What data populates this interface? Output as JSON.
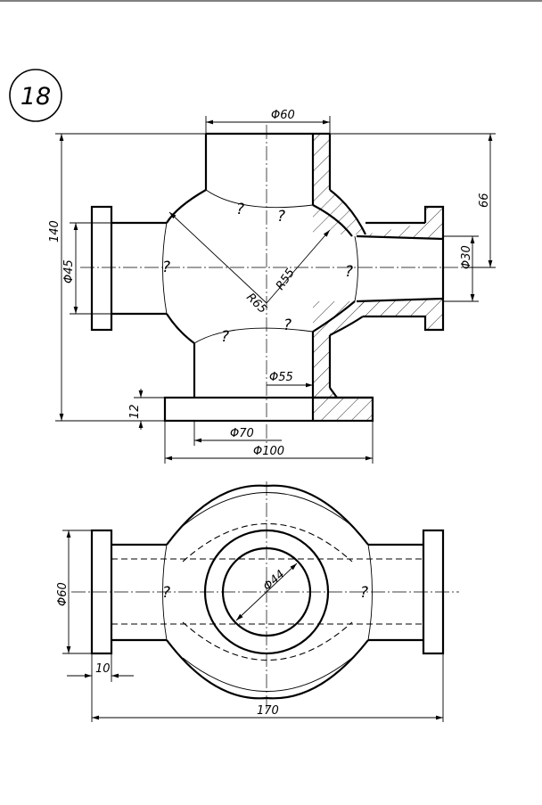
{
  "drawing": {
    "number": "18",
    "front_view": {
      "top_diameter": "Φ60",
      "total_height": "140",
      "right_flange_offset": "66",
      "left_flange_diameter": "Φ45",
      "right_bore_diameter": "Φ30",
      "radius_outer": "R65",
      "radius_inner": "R55",
      "bore_diameter": "Φ55",
      "flange_thickness": "12",
      "bottom_boss_diameter": "Φ70",
      "bottom_flange_diameter": "Φ100",
      "unknown_mark": "?"
    },
    "top_view": {
      "flange_diameter": "Φ60",
      "inner_diameter": "Φ44",
      "flange_width": "10",
      "overall_length": "170",
      "unknown_mark": "?"
    }
  }
}
